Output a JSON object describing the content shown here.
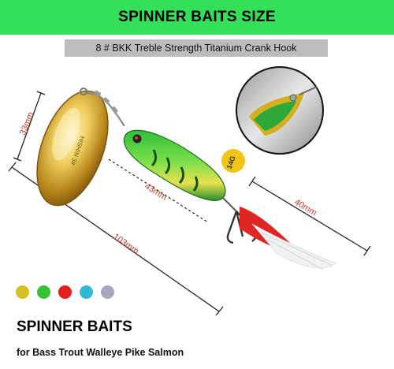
{
  "header": {
    "title": "SPINNER BAITS SIZE",
    "subtitle": "8 # BKK Treble Strength Titanium Crank Hook"
  },
  "dimensions": {
    "blade_width": "33mm",
    "body_length": "43mm",
    "hook_length": "40mm",
    "total_length": "103mm"
  },
  "weight_badge": "14G",
  "blade_engraving": "HISHIN 3#",
  "colors": {
    "banner": "#34e05a",
    "subtitle_bar": "#bcbcbc",
    "dimension_label": "#c0392b",
    "weight_badge": "#f0c419"
  },
  "color_options": [
    "#d4c020",
    "#34c234",
    "#e02020",
    "#30b8d6",
    "#a8a8bc"
  ],
  "footer": {
    "title": "SPINNER BAITS",
    "tagline": "for Bass Trout Walleye Pike Salmon"
  }
}
